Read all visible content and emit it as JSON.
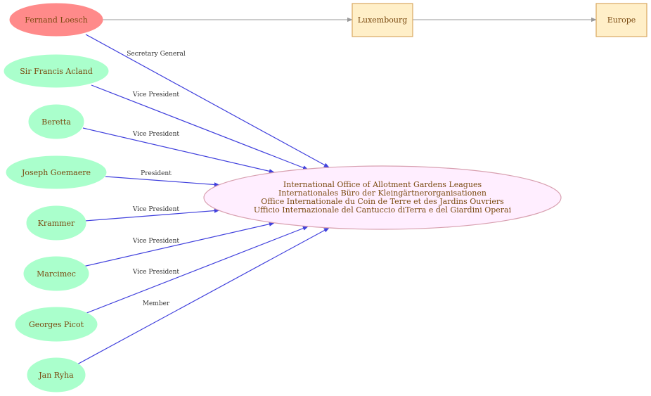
{
  "colors": {
    "person_highlight_fill": "#ff8a8a",
    "person_fill": "#aaffcc",
    "place_fill": "#ffefc8",
    "place_stroke": "#d8a860",
    "org_fill": "#ffeeff",
    "org_stroke": "#d8a0b0",
    "membership_edge": "#4040dd",
    "location_edge": "#999999",
    "node_text": "#7a4a10"
  },
  "nodes": {
    "loesch": "Fernand Loesch",
    "acland": "Sir Francis Acland",
    "beretta": "Beretta",
    "goemaere": "Joseph Goemaere",
    "krammer": "Krammer",
    "marcimec": "Marcimec",
    "picot": "Georges Picot",
    "ryha": "Jan Ryha",
    "luxembourg": "Luxembourg",
    "europe": "Europe",
    "office": [
      "International Office of Allotment Gardens Leagues",
      "Internationales Büro der Kleingärtnerorganisationen",
      "Office Internationale du Coin de Terre et des Jardins Ouvriers",
      "Ufficio Internazionale del Cantuccio diTerra e del Giardini Operai"
    ]
  },
  "edges": {
    "loesch": "Secretary General",
    "acland": "Vice President",
    "beretta": "Vice President",
    "goemaere": "President",
    "krammer": "Vice President",
    "marcimec": "Vice President",
    "picot": "Vice President",
    "ryha": "Member"
  }
}
